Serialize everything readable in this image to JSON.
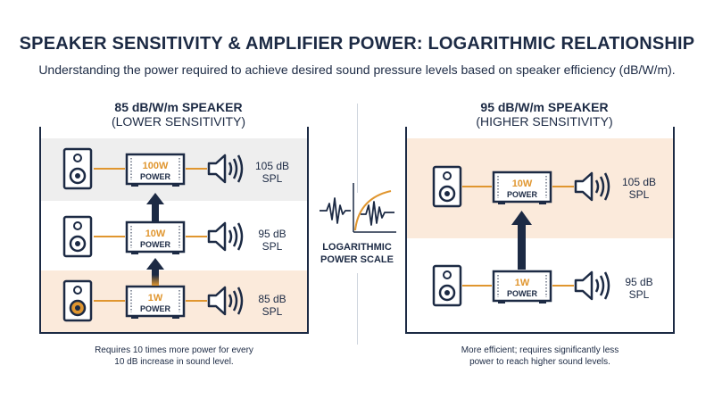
{
  "header": {
    "title": "SPEAKER SENSITIVITY & AMPLIFIER POWER: LOGARITHMIC RELATIONSHIP",
    "subtitle": "Understanding the power required to achieve desired sound pressure levels based on speaker efficiency (dB/W/m)."
  },
  "center": {
    "label_line1": "LOGARITHMIC",
    "label_line2": "POWER SCALE"
  },
  "left_panel": {
    "title": "85 dB/W/m SPEAKER",
    "subtitle": "(LOWER SENSITIVITY)",
    "rows": [
      {
        "amp_watts": "100W",
        "amp_power": "POWER",
        "spl_value": "105 dB",
        "spl_unit": "SPL"
      },
      {
        "amp_watts": "10W",
        "amp_power": "POWER",
        "spl_value": "95 dB",
        "spl_unit": "SPL"
      },
      {
        "amp_watts": "1W",
        "amp_power": "POWER",
        "spl_value": "85 dB",
        "spl_unit": "SPL"
      }
    ],
    "caption_line1": "Requires 10 times more power for every",
    "caption_line2": "10 dB increase in sound level."
  },
  "right_panel": {
    "title": "95 dB/W/m SPEAKER",
    "subtitle": "(HIGHER SENSITIVITY)",
    "rows": [
      {
        "amp_watts": "10W",
        "amp_power": "POWER",
        "spl_value": "105 dB",
        "spl_unit": "SPL"
      },
      {
        "amp_watts": "1W",
        "amp_power": "POWER",
        "spl_value": "95 dB",
        "spl_unit": "SPL"
      }
    ],
    "caption_line1": "More efficient; requires significantly less",
    "caption_line2": "power to reach higher sound levels."
  },
  "colors": {
    "navy": "#1c2a44",
    "orange": "#e0962f",
    "peach": "#fbeadb",
    "gray_band": "#eeeeee"
  }
}
